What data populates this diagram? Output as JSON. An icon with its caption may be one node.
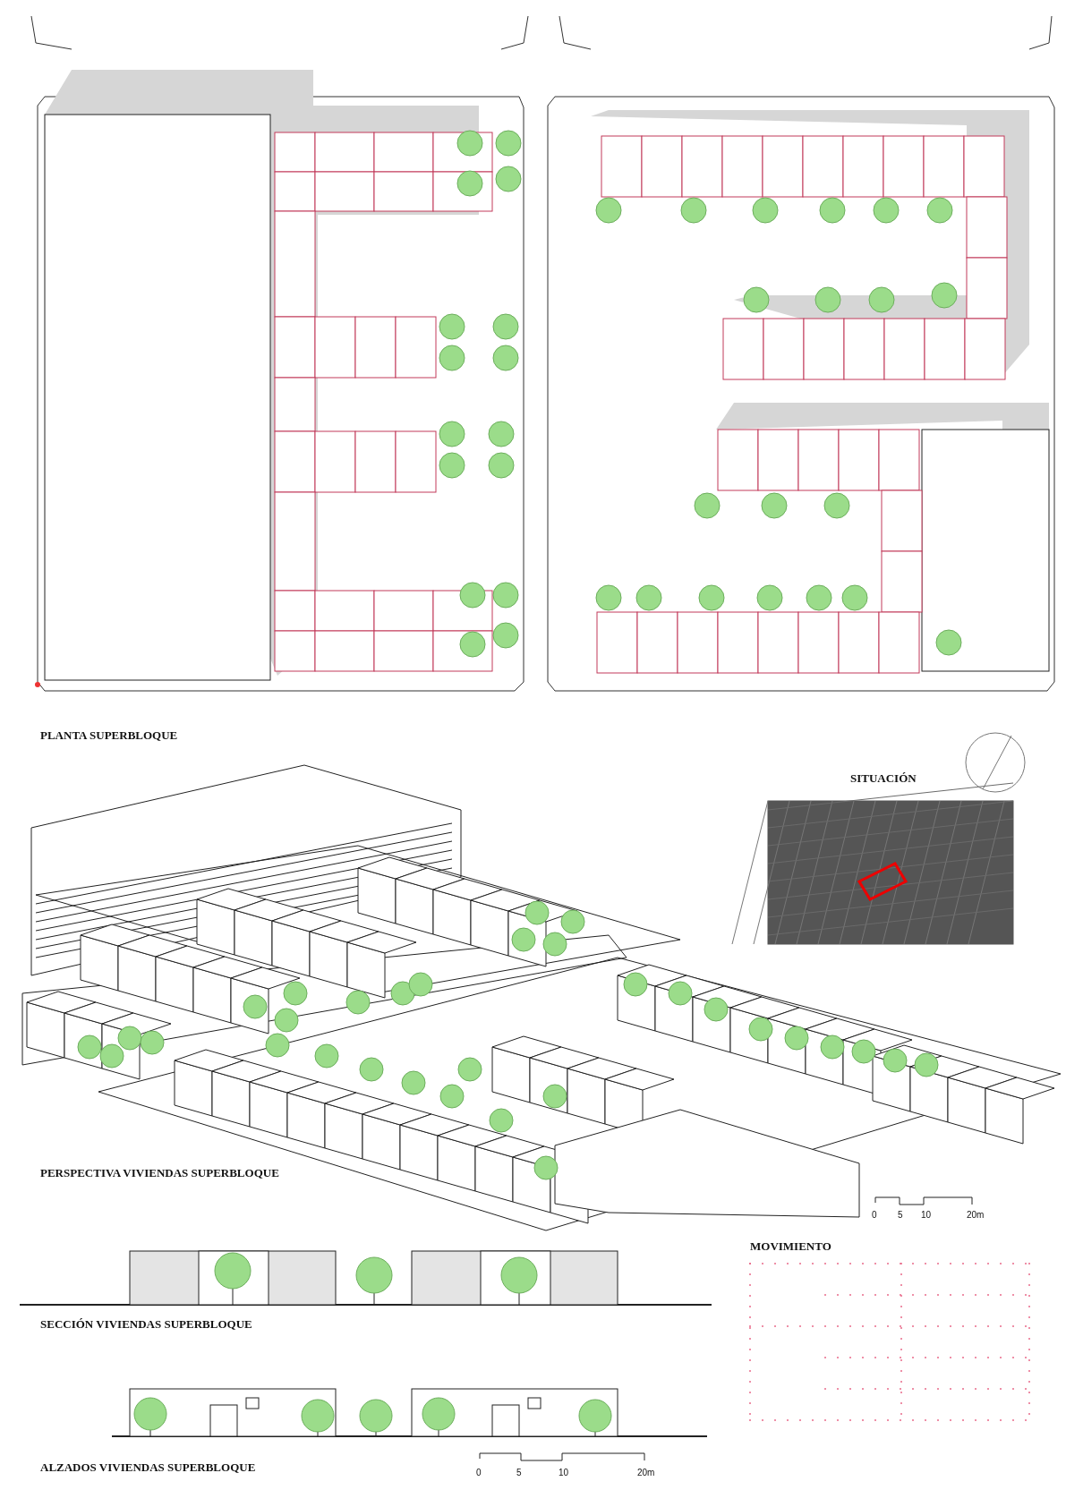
{
  "diagram": {
    "labels": [
      "PLANTA SUPERBLOQUE",
      "SITUACIÓN",
      "PERSPECTIVA VIVIENDAS SUPERBLOQUE",
      "0",
      "5",
      "10",
      "20m",
      "MOVIMIENTO",
      "SECCIÓN VIVIENDAS SUPERBLOQUE",
      "ALZADOS VIVIENDAS SUPERBLOQUE",
      "0",
      "5",
      "10",
      "20m"
    ]
  }
}
